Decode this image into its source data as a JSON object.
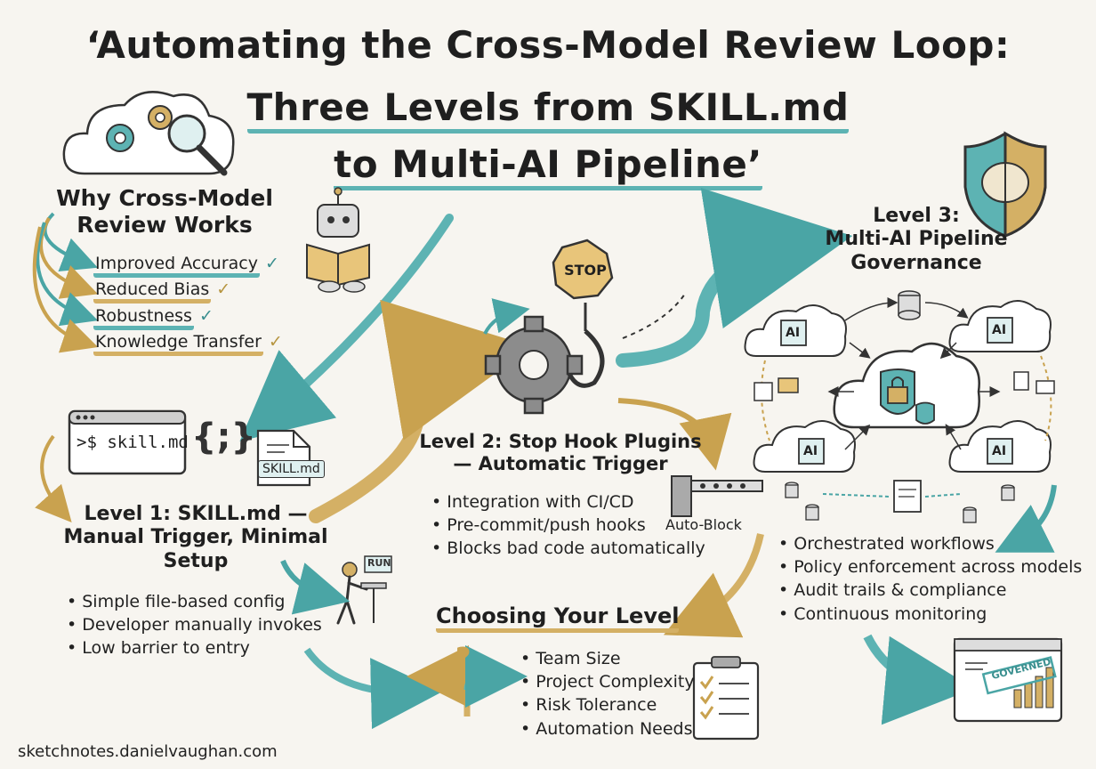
{
  "title": {
    "line1": "‘Automating the Cross-Model Review Loop:",
    "line2": "Three Levels from SKILL.md",
    "line3": "to Multi-AI Pipeline’"
  },
  "why": {
    "heading_line1": "Why Cross-Model",
    "heading_line2": "Review Works",
    "items": [
      "Improved Accuracy",
      "Reduced Bias",
      "Robustness",
      "Knowledge Transfer"
    ]
  },
  "level1": {
    "terminal": ">$ skill.md",
    "braces": "{;}",
    "file_label": "SKILL.md",
    "heading_line1": "Level 1: SKILL.md —",
    "heading_line2": "Manual Trigger, Minimal",
    "heading_line3": "Setup",
    "run_label": "RUN",
    "bullets": [
      "Simple file-based config",
      "Developer manually invokes",
      "Low barrier to entry"
    ]
  },
  "level2": {
    "stop_sign": "STOP",
    "heading_line1": "Level 2: Stop Hook Plugins",
    "heading_line2": "— Automatic Trigger",
    "bullets": [
      "Integration with CI/CD",
      "Pre-commit/push hooks",
      "Blocks bad code automatically"
    ],
    "auto_block": "Auto-Block"
  },
  "level3": {
    "heading_line1": "Level 3:",
    "heading_line2": "Multi-AI Pipeline",
    "heading_line3": "Governance",
    "node_label": "AI",
    "bullets": [
      "Orchestrated workflows",
      "Policy enforcement across models",
      "Audit trails & compliance",
      "Continuous monitoring"
    ],
    "governed_stamp": "GOVERNED"
  },
  "choosing": {
    "heading": "Choosing Your Level",
    "question_mark": "?",
    "bullets": [
      "Team Size",
      "Project Complexity",
      "Risk Tolerance",
      "Automation Needs"
    ]
  },
  "footer": "sketchnotes.danielvaughan.com",
  "colors": {
    "teal": "#5db3b3",
    "gold": "#d4b065",
    "ink": "#1f1f1f",
    "bg": "#f7f5f0"
  }
}
